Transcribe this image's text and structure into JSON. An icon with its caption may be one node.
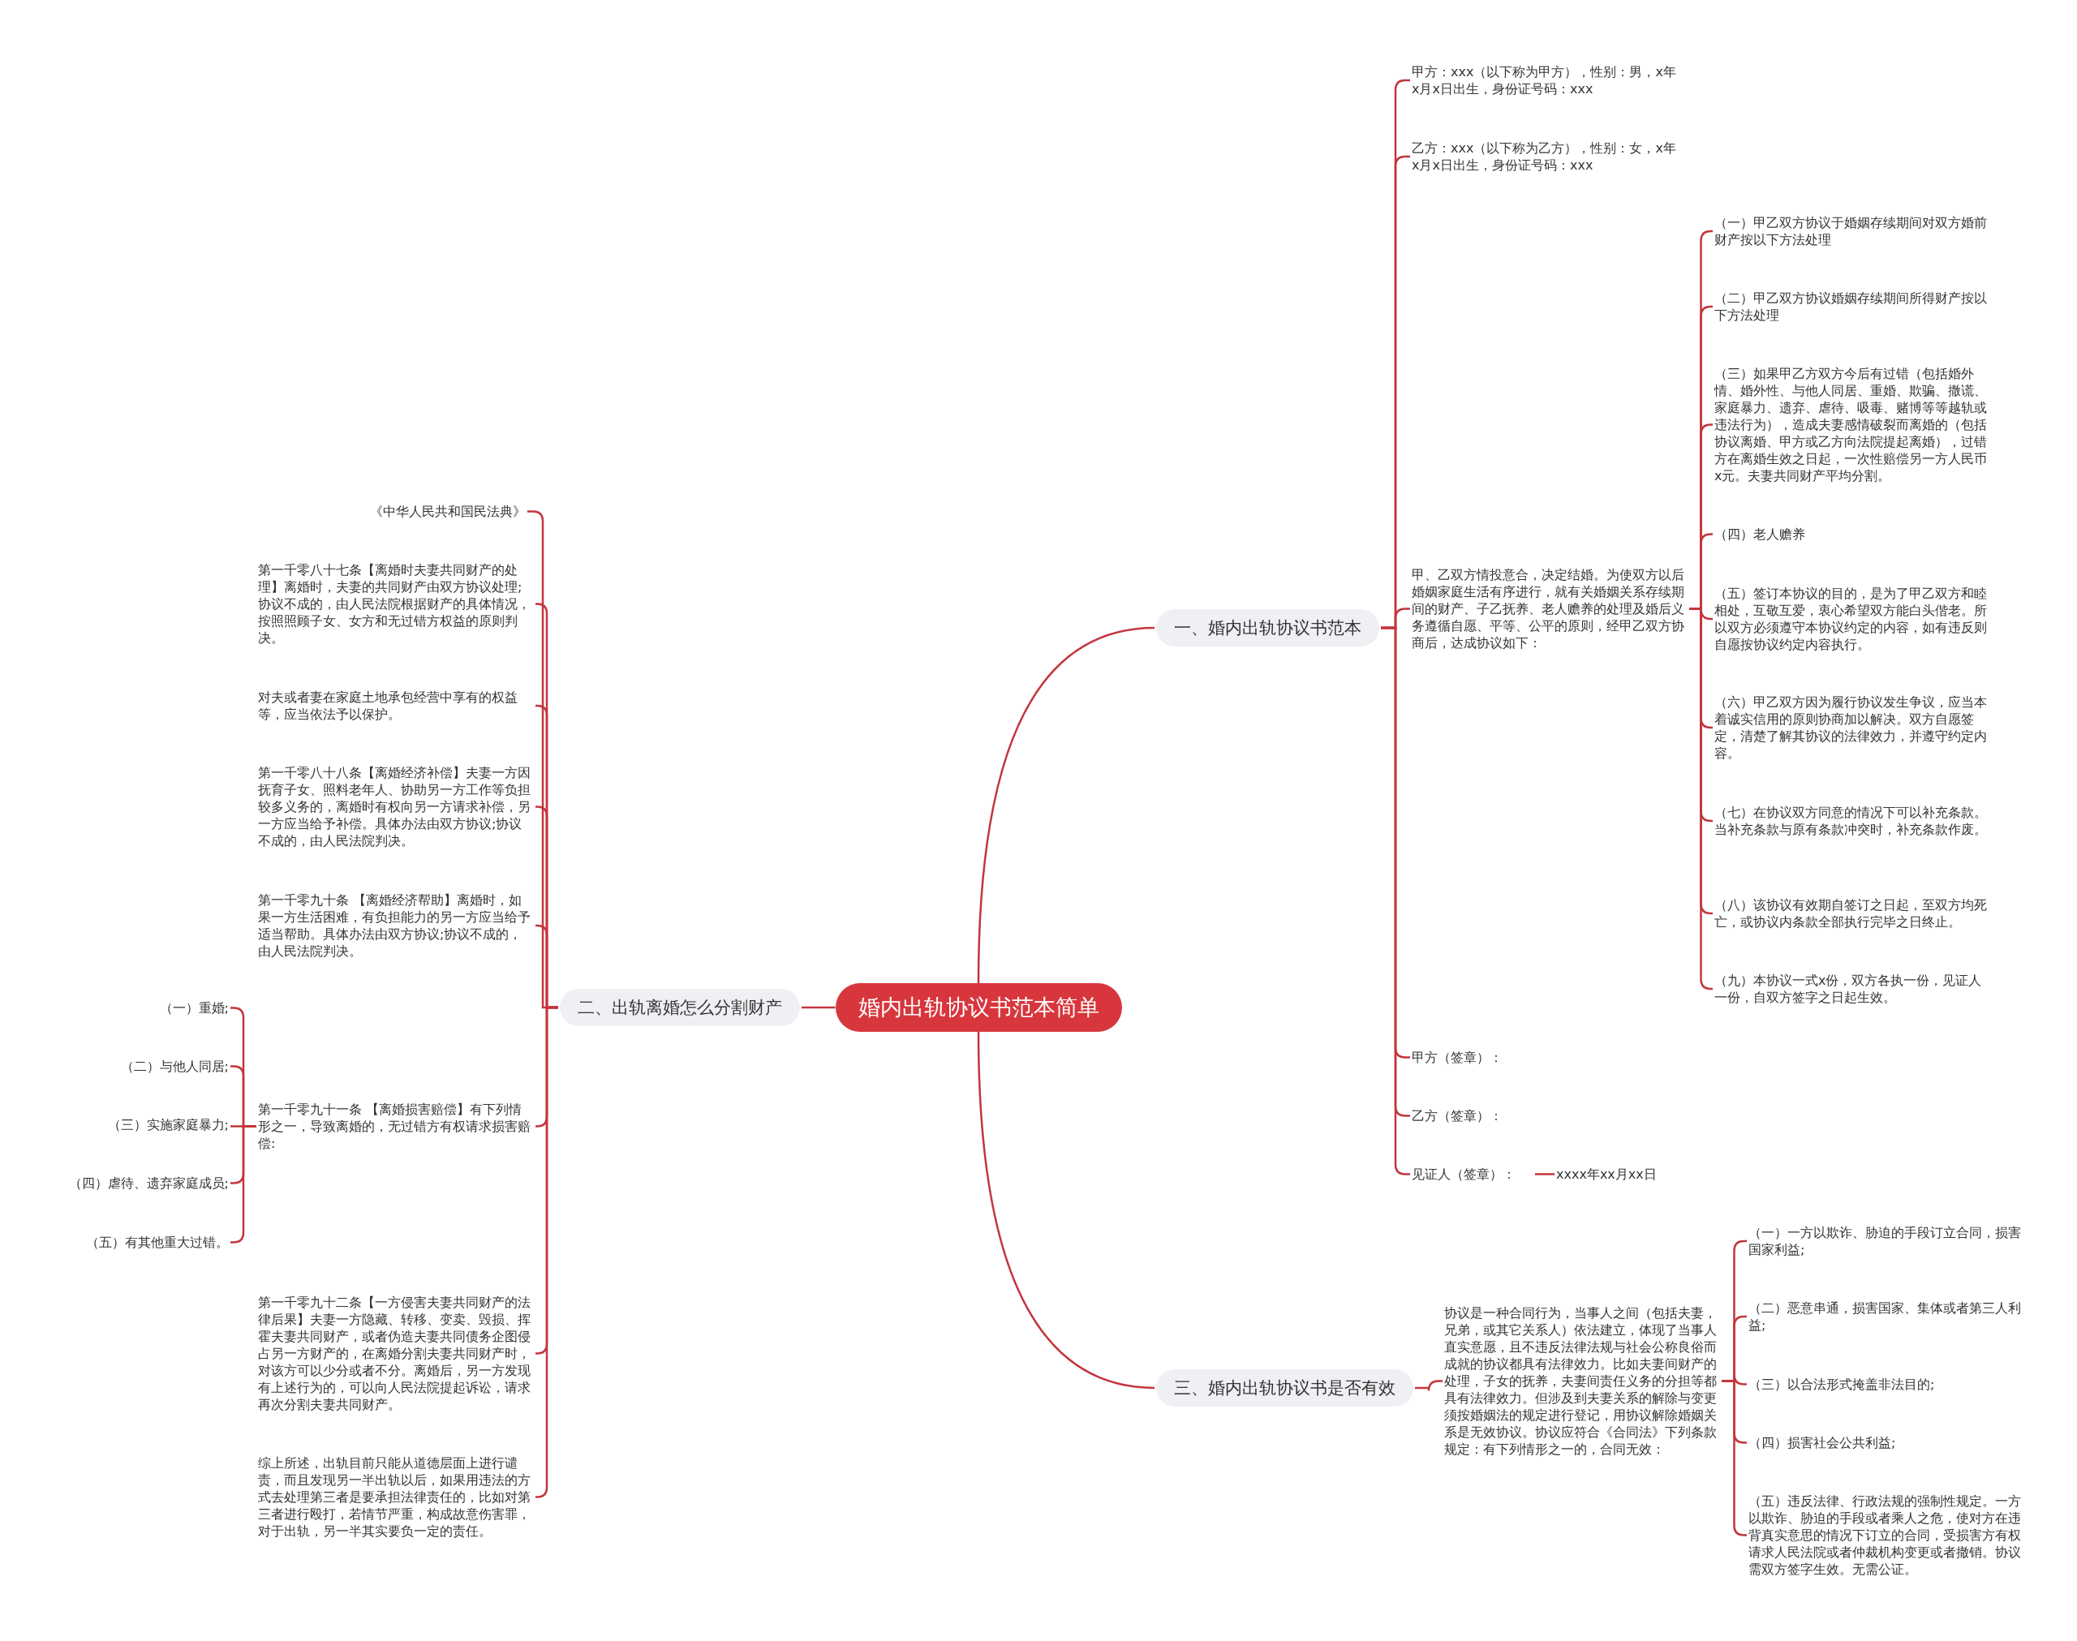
{
  "diagram": {
    "nodes": [
      {
        "text": [
          "婚内出轨协议书范本简单"
        ]
      },
      {
        "text": [
          "一、婚内出轨协议书范本"
        ]
      },
      {
        "text": [
          "二、出轨离婚怎么分割财产"
        ]
      },
      {
        "text": [
          "三、婚内出轨协议书是否有效"
        ]
      },
      {
        "text": [
          "甲方：xxx（以下称为甲方），性别：男，x年x月x日出生，身份证号码：xxx"
        ]
      },
      {
        "text": [
          "乙方：xxx（以下称为乙方），性别：女，x年x月x日出生，身份证号码：xxx"
        ]
      },
      {
        "text": [
          "甲、乙双方情投意合，决定结婚。为使双方以后婚姻家庭生活有序进行，就有关婚姻关系存续期间的财产、子乙抚养、老人赡养的处理及婚后义务遵循自愿、平等、公平的原则，经甲乙双方协商后，达成协议如下："
        ]
      },
      {
        "text": [
          "（一）甲乙双方协议于婚姻存续期间对双方婚前财产按以下方法处理"
        ]
      },
      {
        "text": [
          "（二）甲乙双方协议婚姻存续期间所得财产按以下方法处理"
        ]
      },
      {
        "text": [
          "（三）如果甲乙方双方今后有过错（包括婚外情、婚外性、与他人同居、重婚、欺骗、撒谎、家庭暴力、遗弃、虐待、吸毒、赌博等等越轨或违法行为），造成夫妻感情破裂而离婚的（包括协议离婚、甲方或乙方向法院提起离婚），过错方在离婚生效之日起，一次性赔偿另一方人民币x元。夫妻共同财产平均分割。"
        ]
      },
      {
        "text": [
          "（四）老人赡养"
        ]
      },
      {
        "text": [
          "（五）签订本协议的目的，是为了甲乙双方和睦相处，互敬互爱，衷心希望双方能白头偕老。所以双方必须遵守本协议约定的内容，如有违反则自愿按协议约定内容执行。"
        ]
      },
      {
        "text": [
          "（六）甲乙双方因为履行协议发生争议，应当本着诚实信用的原则协商加以解决。双方自愿签定，清楚了解其协议的法律效力，并遵守约定内容。"
        ]
      },
      {
        "text": [
          "（七）在协议双方同意的情况下可以补充条款。当补充条款与原有条款冲突时，补充条款作废。"
        ]
      },
      {
        "text": [
          "（八）该协议有效期自签订之日起，至双方均死亡，或协议内条款全部执行完毕之日终止。"
        ]
      },
      {
        "text": [
          "（九）本协议一式x份，双方各执一份，见证人一份，自双方签字之日起生效。"
        ]
      },
      {
        "text": [
          "甲方（签章）："
        ]
      },
      {
        "text": [
          "乙方（签章）："
        ]
      },
      {
        "text": [
          "见证人（签章）："
        ]
      },
      {
        "text": [
          "xxxx年xx月xx日"
        ]
      },
      {
        "text": [
          "《中华人民共和国民法典》"
        ]
      },
      {
        "text": [
          "第一千零八十七条【离婚时夫妻共同财产的处理】离婚时，夫妻的共同财产由双方协议处理;协议不成的，由人民法院根据财产的具体情况，按照照顾子女、女方和无过错方权益的原则判决。"
        ]
      },
      {
        "text": [
          "对夫或者妻在家庭土地承包经营中享有的权益等，应当依法予以保护。"
        ]
      },
      {
        "text": [
          "第一千零八十八条【离婚经济补偿】夫妻一方因抚育子女、照料老年人、协助另一方工作等负担较多义务的，离婚时有权向另一方请求补偿，另一方应当给予补偿。具体办法由双方协议;协议不成的，由人民法院判决。"
        ]
      },
      {
        "text": [
          "第一千零九十条 【离婚经济帮助】离婚时，如果一方生活困难，有负担能力的另一方应当给予适当帮助。具体办法由双方协议;协议不成的，由人民法院判决。"
        ]
      },
      {
        "text": [
          "第一千零九十一条 【离婚损害赔偿】有下列情形之一，导致离婚的，无过错方有权请求损害赔偿:"
        ]
      },
      {
        "text": [
          "（一）重婚;"
        ]
      },
      {
        "text": [
          "（二）与他人同居;"
        ]
      },
      {
        "text": [
          "（三）实施家庭暴力;"
        ]
      },
      {
        "text": [
          "（四）虐待、遗弃家庭成员;"
        ]
      },
      {
        "text": [
          "（五）有其他重大过错。"
        ]
      },
      {
        "text": [
          "第一千零九十二条【一方侵害夫妻共同财产的法律后果】夫妻一方隐藏、转移、变卖、毁损、挥霍夫妻共同财产，或者伪造夫妻共同债务企图侵占另一方财产的，在离婚分割夫妻共同财产时，对该方可以少分或者不分。离婚后，另一方发现有上述行为的，可以向人民法院提起诉讼，请求再次分割夫妻共同财产。"
        ]
      },
      {
        "text": [
          "综上所述，出轨目前只能从道德层面上进行谴责，而且发现另一半出轨以后，如果用违法的方式去处理第三者是要承担法律责任的，比如对第三者进行殴打，若情节严重，构成故意伤害罪，对于出轨，另一半其实要负一定的责任。"
        ]
      },
      {
        "text": [
          "协议是一种合同行为，当事人之间（包括夫妻，兄弟，或其它关系人）依法建立，体现了当事人直实意愿，且不违反法律法规与社会公称良俗而成就的协议都具有法律效力。比如夫妻间财产的处理，子女的抚养，夫妻间责任义务的分担等都具有法律效力。但涉及到夫妻关系的解除与变更须按婚姻法的规定进行登记，用协议解除婚姻关系是无效协议。协议应符合《合同法》下列条款规定：有下列情形之一的，合同无效："
        ]
      },
      {
        "text": [
          "（一）一方以欺诈、胁迫的手段订立合同，损害国家利益;"
        ]
      },
      {
        "text": [
          "（二）恶意串通，损害国家、集体或者第三人利益;"
        ]
      },
      {
        "text": [
          "（三）以合法形式掩盖非法目的;"
        ]
      },
      {
        "text": [
          "（四）损害社会公共利益;"
        ]
      },
      {
        "text": [
          "（五）违反法律、行政法规的强制性规定。一方以欺诈、胁迫的手段或者乘人之危，使对方在违背真实意思的情况下订立的合同，受损害方有权请求人民法院或者仲裁机构变更或者撤销。协议需双方签字生效。无需公证。"
        ]
      }
    ],
    "edges": [
      {
        "from": 0,
        "to": 1,
        "arrow": "none"
      },
      {
        "from": 0,
        "to": 2,
        "arrow": "none"
      },
      {
        "from": 0,
        "to": 3,
        "arrow": "none"
      },
      {
        "from": 1,
        "to": 4,
        "arrow": "none"
      },
      {
        "from": 1,
        "to": 5,
        "arrow": "none"
      },
      {
        "from": 1,
        "to": 6,
        "arrow": "none"
      },
      {
        "from": 6,
        "to": 7,
        "arrow": "none"
      },
      {
        "from": 6,
        "to": 8,
        "arrow": "none"
      },
      {
        "from": 6,
        "to": 9,
        "arrow": "none"
      },
      {
        "from": 6,
        "to": 10,
        "arrow": "none"
      },
      {
        "from": 6,
        "to": 11,
        "arrow": "none"
      },
      {
        "from": 6,
        "to": 12,
        "arrow": "none"
      },
      {
        "from": 6,
        "to": 13,
        "arrow": "none"
      },
      {
        "from": 6,
        "to": 14,
        "arrow": "none"
      },
      {
        "from": 6,
        "to": 15,
        "arrow": "none"
      },
      {
        "from": 1,
        "to": 16,
        "arrow": "none"
      },
      {
        "from": 1,
        "to": 17,
        "arrow": "none"
      },
      {
        "from": 1,
        "to": 18,
        "arrow": "none"
      },
      {
        "from": 18,
        "to": 19,
        "arrow": "none"
      },
      {
        "from": 2,
        "to": 20,
        "arrow": "none"
      },
      {
        "from": 2,
        "to": 21,
        "arrow": "none"
      },
      {
        "from": 2,
        "to": 22,
        "arrow": "none"
      },
      {
        "from": 2,
        "to": 23,
        "arrow": "none"
      },
      {
        "from": 2,
        "to": 24,
        "arrow": "none"
      },
      {
        "from": 2,
        "to": 25,
        "arrow": "none"
      },
      {
        "from": 25,
        "to": 26,
        "arrow": "none"
      },
      {
        "from": 25,
        "to": 27,
        "arrow": "none"
      },
      {
        "from": 25,
        "to": 28,
        "arrow": "none"
      },
      {
        "from": 25,
        "to": 29,
        "arrow": "none"
      },
      {
        "from": 25,
        "to": 30,
        "arrow": "none"
      },
      {
        "from": 2,
        "to": 31,
        "arrow": "none"
      },
      {
        "from": 2,
        "to": 32,
        "arrow": "none"
      },
      {
        "from": 3,
        "to": 33,
        "arrow": "none"
      },
      {
        "from": 33,
        "to": 34,
        "arrow": "none"
      },
      {
        "from": 33,
        "to": 35,
        "arrow": "none"
      },
      {
        "from": 33,
        "to": 36,
        "arrow": "none"
      },
      {
        "from": 33,
        "to": 37,
        "arrow": "none"
      },
      {
        "from": 33,
        "to": 38,
        "arrow": "none"
      }
    ]
  }
}
